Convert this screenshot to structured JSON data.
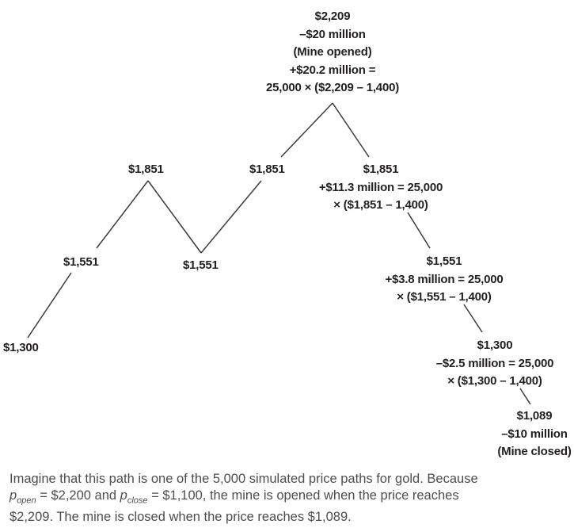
{
  "nodes": {
    "n1300": {
      "lines": [
        "$1,300"
      ]
    },
    "n1551a": {
      "lines": [
        "$1,551"
      ]
    },
    "n1851a": {
      "lines": [
        "$1,851"
      ]
    },
    "n1551b": {
      "lines": [
        "$1,551"
      ]
    },
    "n1851b": {
      "lines": [
        "$1,851"
      ]
    },
    "n2209": {
      "lines": [
        "$2,209",
        "–$20 million",
        "(Mine opened)",
        "+$20.2 million =",
        "25,000 × ($2,209 – 1,400)"
      ]
    },
    "n1851c": {
      "lines": [
        "$1,851",
        "+$11.3 million = 25,000",
        "× ($1,851 – 1,400)"
      ]
    },
    "n1551c": {
      "lines": [
        "$1,551",
        "+$3.8 million = 25,000",
        "× ($1,551 – 1,400)"
      ]
    },
    "n1300b": {
      "lines": [
        "$1,300",
        "–$2.5 million = 25,000",
        "× ($1,300 – 1,400)"
      ]
    },
    "n1089": {
      "lines": [
        "$1,089",
        "–$10 million",
        "(Mine closed)"
      ]
    }
  },
  "caption": {
    "text1": "Imagine that this path is one of the 5,000 simulated price paths for gold. Because",
    "p_open_symbol": "p",
    "p_open_sub": "open",
    "text2": " = $2,200 and ",
    "p_close_symbol": "p",
    "p_close_sub": "close",
    "text3": " = $1,100, the mine is opened when the price reaches",
    "text4": "$2,209. The mine is closed when the price reaches $1,089."
  },
  "colors": {
    "line": "#3a3a3c",
    "text": "#231f20",
    "caption": "#4d4d4f"
  }
}
